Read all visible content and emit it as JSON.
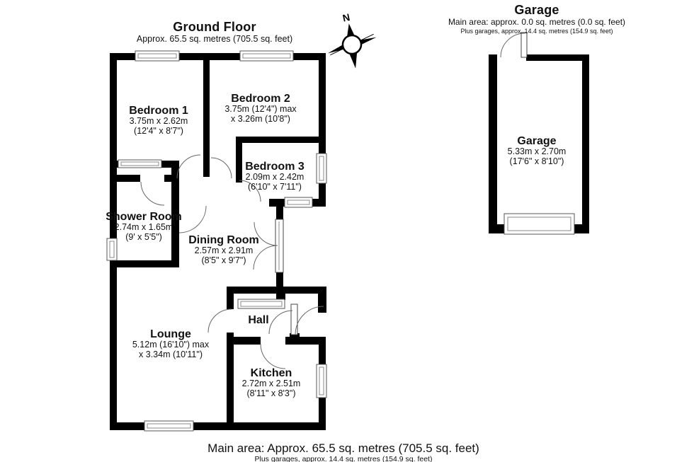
{
  "header": {
    "title": "Ground Floor",
    "subtitle": "Approx. 65.5 sq. metres (705.5 sq. feet)"
  },
  "garage_header": {
    "title": "Garage",
    "subtitle": "Main area: approx. 0.0 sq. metres (0.0 sq. feet)",
    "note": "Plus garages, approx. 14.4 sq. metres (154.9 sq. feet)"
  },
  "compass": {
    "label": "N"
  },
  "rooms": [
    {
      "id": "bedroom-1",
      "name": "Bedroom 1",
      "line1": "3.75m x 2.62m",
      "line2": "(12'4\" x 8'7\")"
    },
    {
      "id": "bedroom-2",
      "name": "Bedroom 2",
      "line1": "3.75m (12'4\") max",
      "line2": "x 3.26m (10'8\")"
    },
    {
      "id": "bedroom-3",
      "name": "Bedroom 3",
      "line1": "2.09m x 2.42m",
      "line2": "(6'10\" x 7'11\")"
    },
    {
      "id": "shower-room",
      "name": "Shower Room",
      "line1": "2.74m x 1.65m",
      "line2": "(9' x 5'5\")"
    },
    {
      "id": "dining-room",
      "name": "Dining Room",
      "line1": "2.57m x 2.91m",
      "line2": "(8'5\" x 9'7\")"
    },
    {
      "id": "lounge",
      "name": "Lounge",
      "line1": "5.12m (16'10\") max",
      "line2": "x 3.34m (10'11\")"
    },
    {
      "id": "hall",
      "name": "Hall",
      "line1": "",
      "line2": ""
    },
    {
      "id": "kitchen",
      "name": "Kitchen",
      "line1": "2.72m x 2.51m",
      "line2": "(8'11\" x 8'3\")"
    },
    {
      "id": "garage",
      "name": "Garage",
      "line1": "5.33m x 2.70m",
      "line2": "(17'6\" x 8'10\")"
    }
  ],
  "footer": {
    "line1": "Main area: Approx. 65.5 sq. metres (705.5 sq. feet)",
    "line2": "Plus garages, approx. 14.4 sq. metres (154.9 sq. feet)"
  },
  "colors": {
    "wall": "#000000",
    "background": "#ffffff",
    "text": "#111111"
  }
}
